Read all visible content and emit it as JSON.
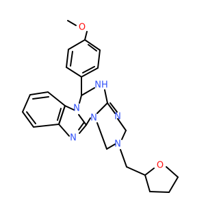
{
  "molecule": {
    "colors": {
      "bond": "#000000",
      "oxygen": "#ff0d0d",
      "nitrogen": "#3050f8",
      "background": "#ffffff"
    },
    "atoms": {
      "methoxy_oxygen": "O",
      "ring_nh": "NH",
      "benzimidazole_n": "N",
      "fused_n": "N",
      "triazine_n_upper": "N",
      "triazine_n_lower": "N",
      "oxolane_oxygen": "O"
    }
  }
}
